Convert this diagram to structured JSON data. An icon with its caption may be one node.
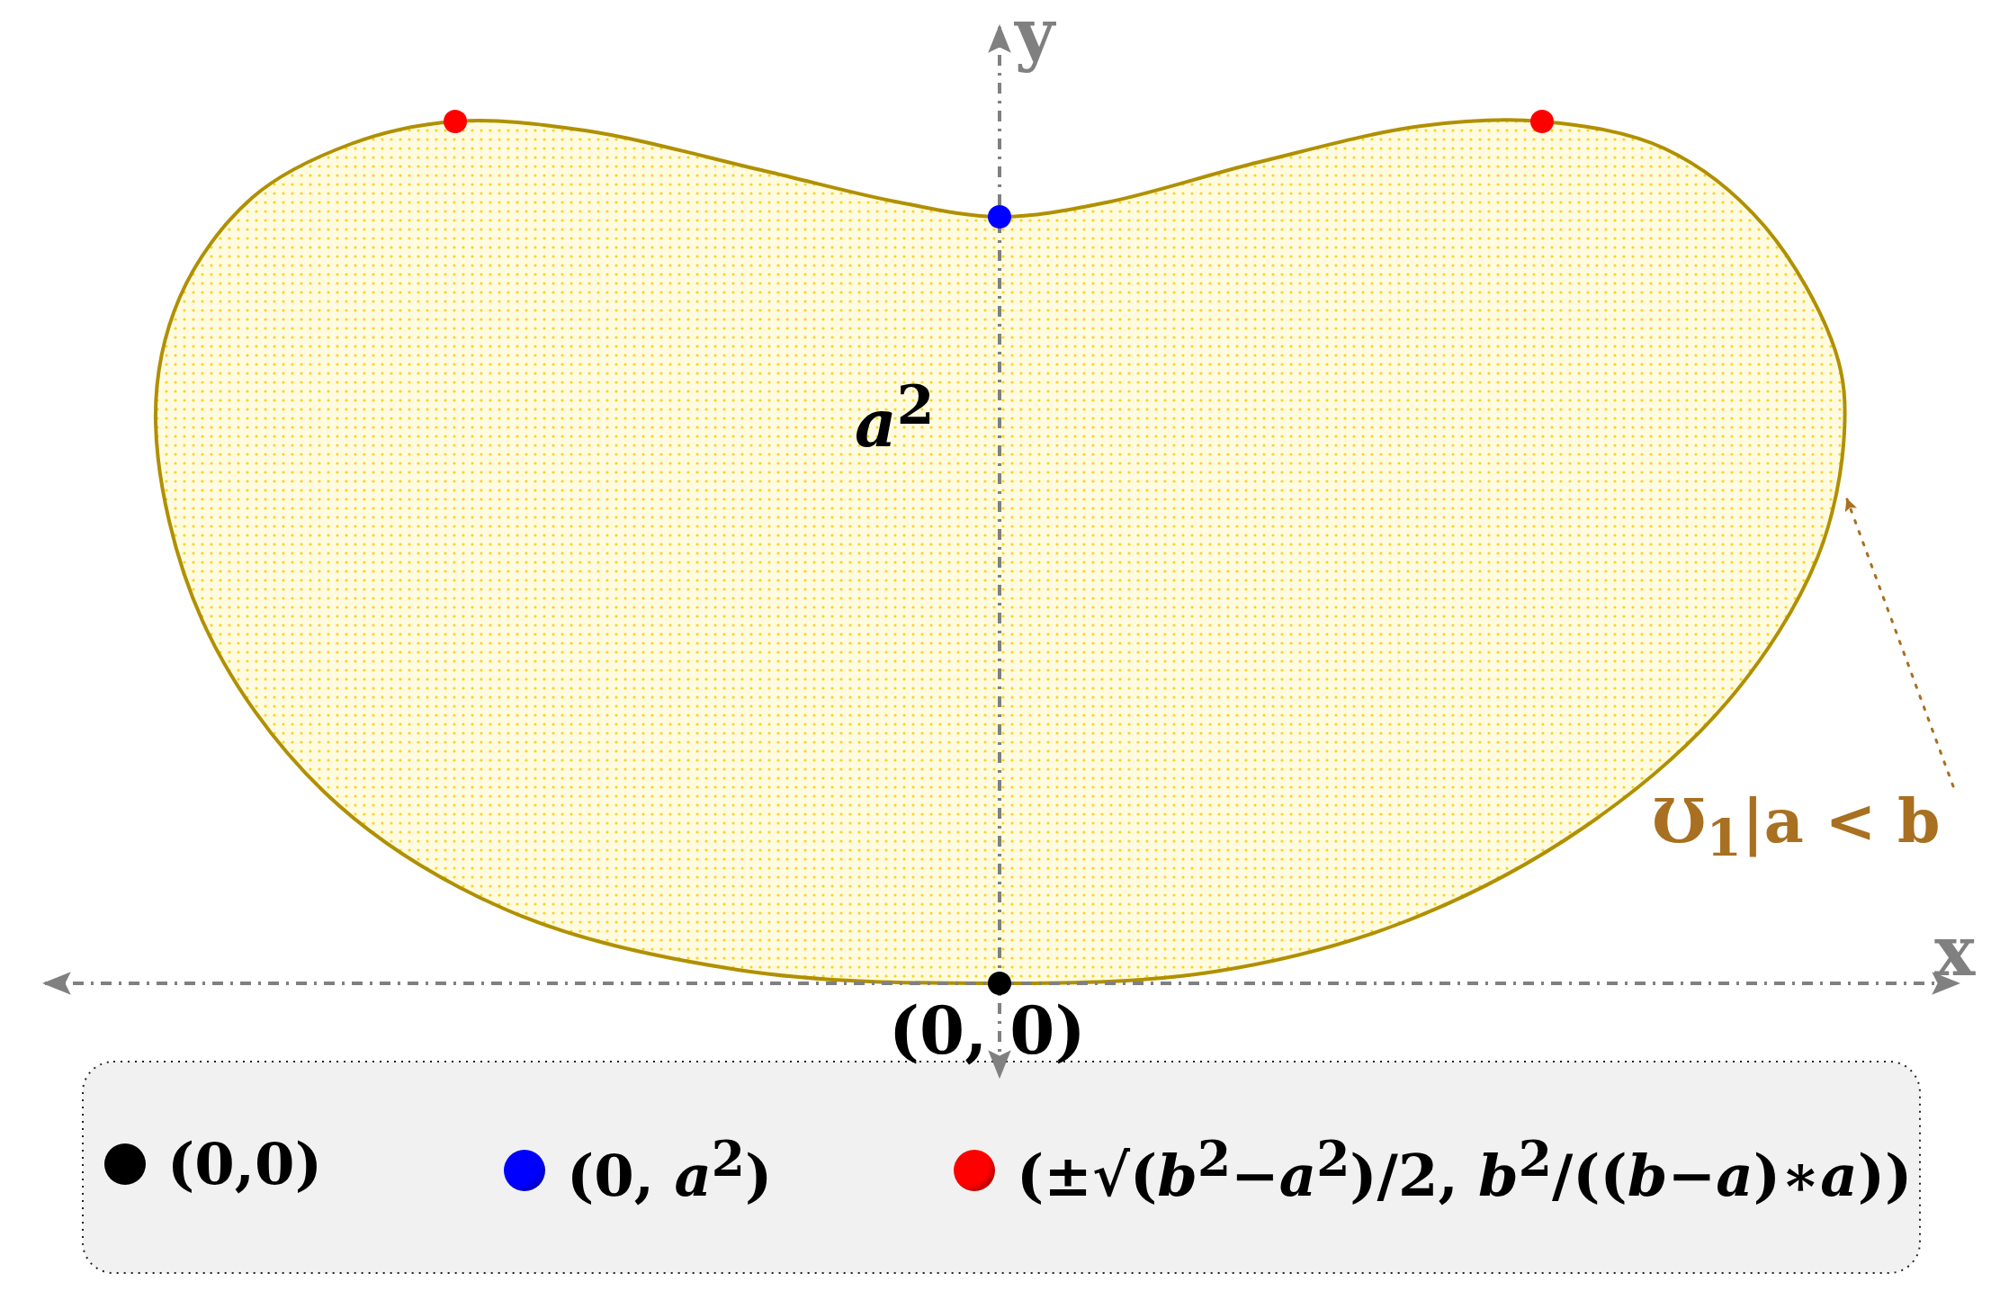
{
  "diagram": {
    "nodes": [
      {
        "text": [],
        "shape": "curve"
      },
      {
        "text": [
          "Ʊ$_{1}$|a < b"
        ]
      }
    ],
    "edges": [
      {
        "from": 1,
        "to": 0,
        "arrow": "to",
        "style": "dashed",
        "color": "#a87020"
      }
    ],
    "labels": [
      "y",
      "*a*$^{2}$",
      "x",
      "(0, 0)"
    ],
    "legend": [
      {
        "text": "(0,0)",
        "color": "#000000"
      },
      {
        "text": "(0, *a*$^{2}$)",
        "color": "#0000ff"
      },
      {
        "text": "(±√(*b*$^{2}$−*a*$^{2}$)/2, *b*$^{2}$/((*b*−*a*)∗*a*))",
        "color": "#ff0000"
      }
    ]
  }
}
